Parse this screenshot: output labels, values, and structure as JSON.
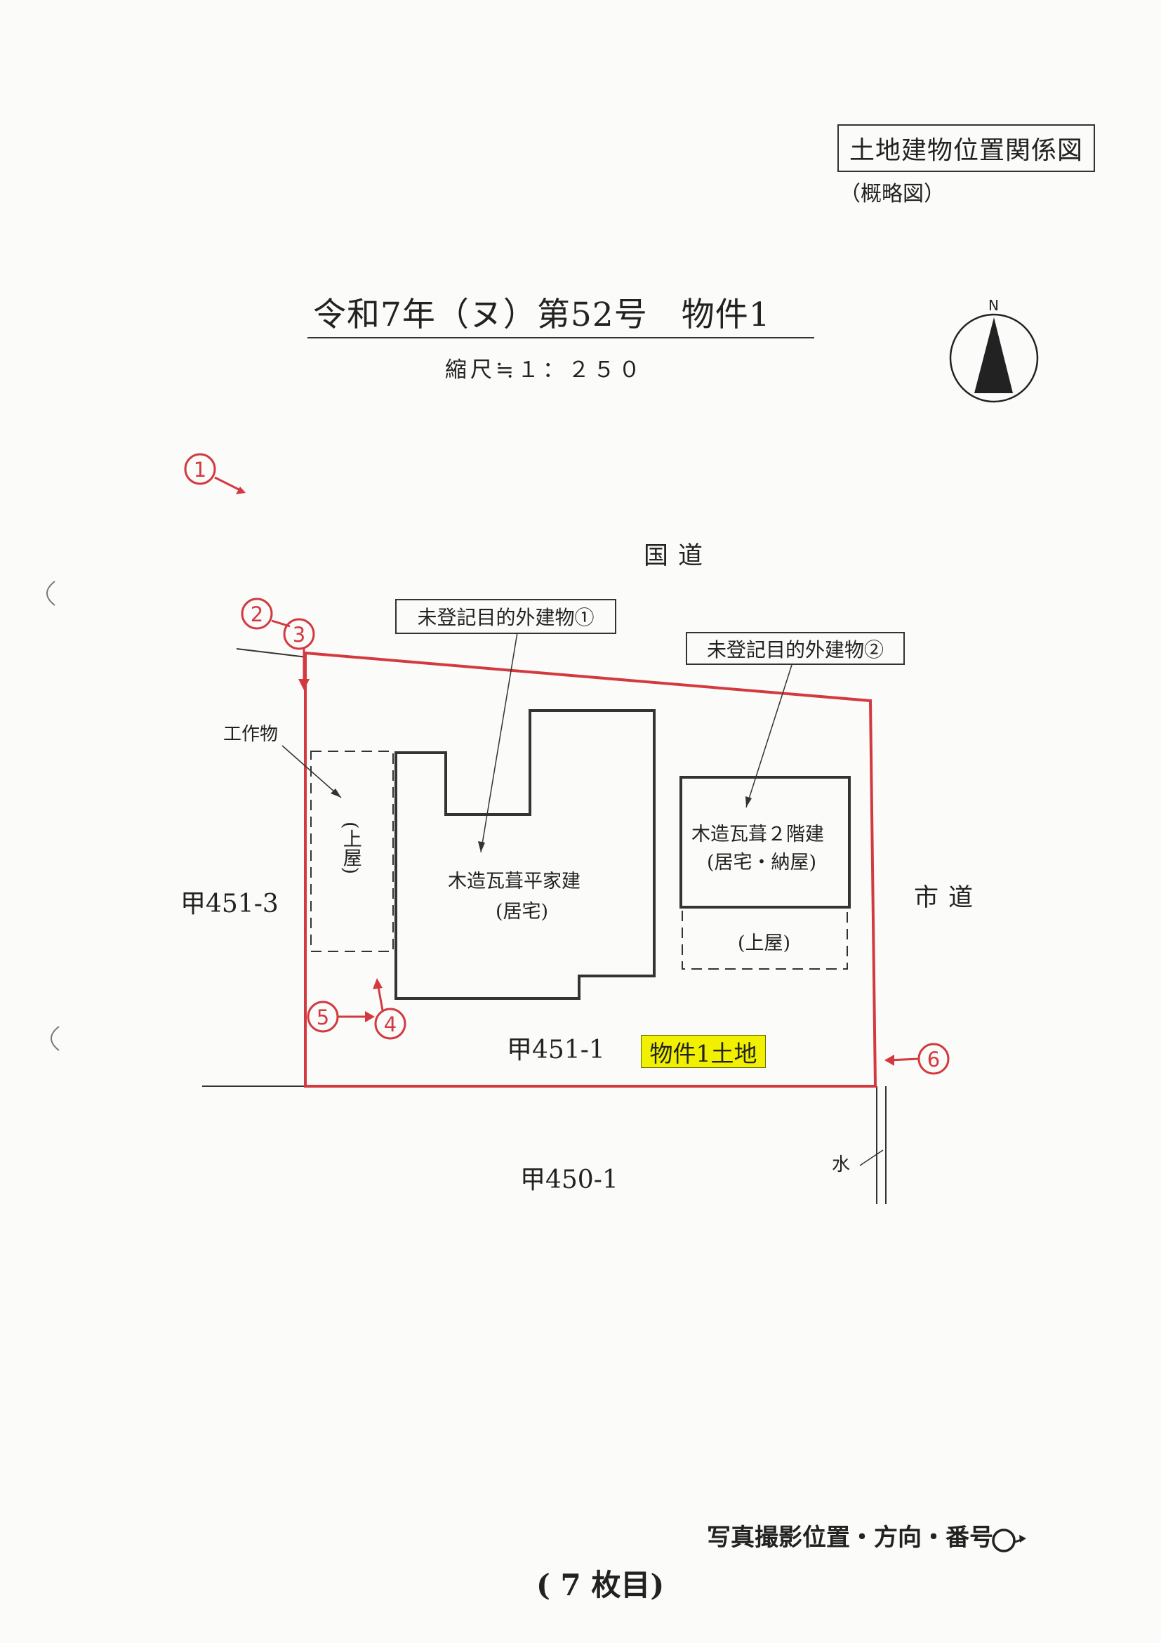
{
  "header": {
    "title": "土地建物位置関係図",
    "subtitle": "（概略図）",
    "case_title": "令和7年（ヌ）第52号　物件1",
    "scale": "縮尺≒１：２５０",
    "north_letter": "N"
  },
  "roads": {
    "national": "国道",
    "city": "市道"
  },
  "lots": {
    "main": "甲451-1",
    "west": "甲451-3",
    "south": "甲450-1",
    "subject_label": "物件1土地"
  },
  "buildings": {
    "unregistered_1": "未登記目的外建物①",
    "unregistered_2": "未登記目的外建物②",
    "structure": "工作物",
    "roof_left": "(上屋)",
    "main_house_line1": "木造瓦葺平家建",
    "main_house_line2": "(居宅)",
    "two_storey_line1": "木造瓦葺２階建",
    "two_storey_line2": "(居宅・納屋)",
    "roof_right": "(上屋)"
  },
  "misc": {
    "water": "水"
  },
  "photo_points": [
    "1",
    "2",
    "3",
    "4",
    "5",
    "6"
  ],
  "footer": {
    "photo_legend": "写真撮影位置・方向・番号",
    "sheet_number": "( 7 枚目)"
  },
  "colors": {
    "boundary": "#d23a40",
    "highlight": "#f0f000",
    "ink": "#222222"
  }
}
